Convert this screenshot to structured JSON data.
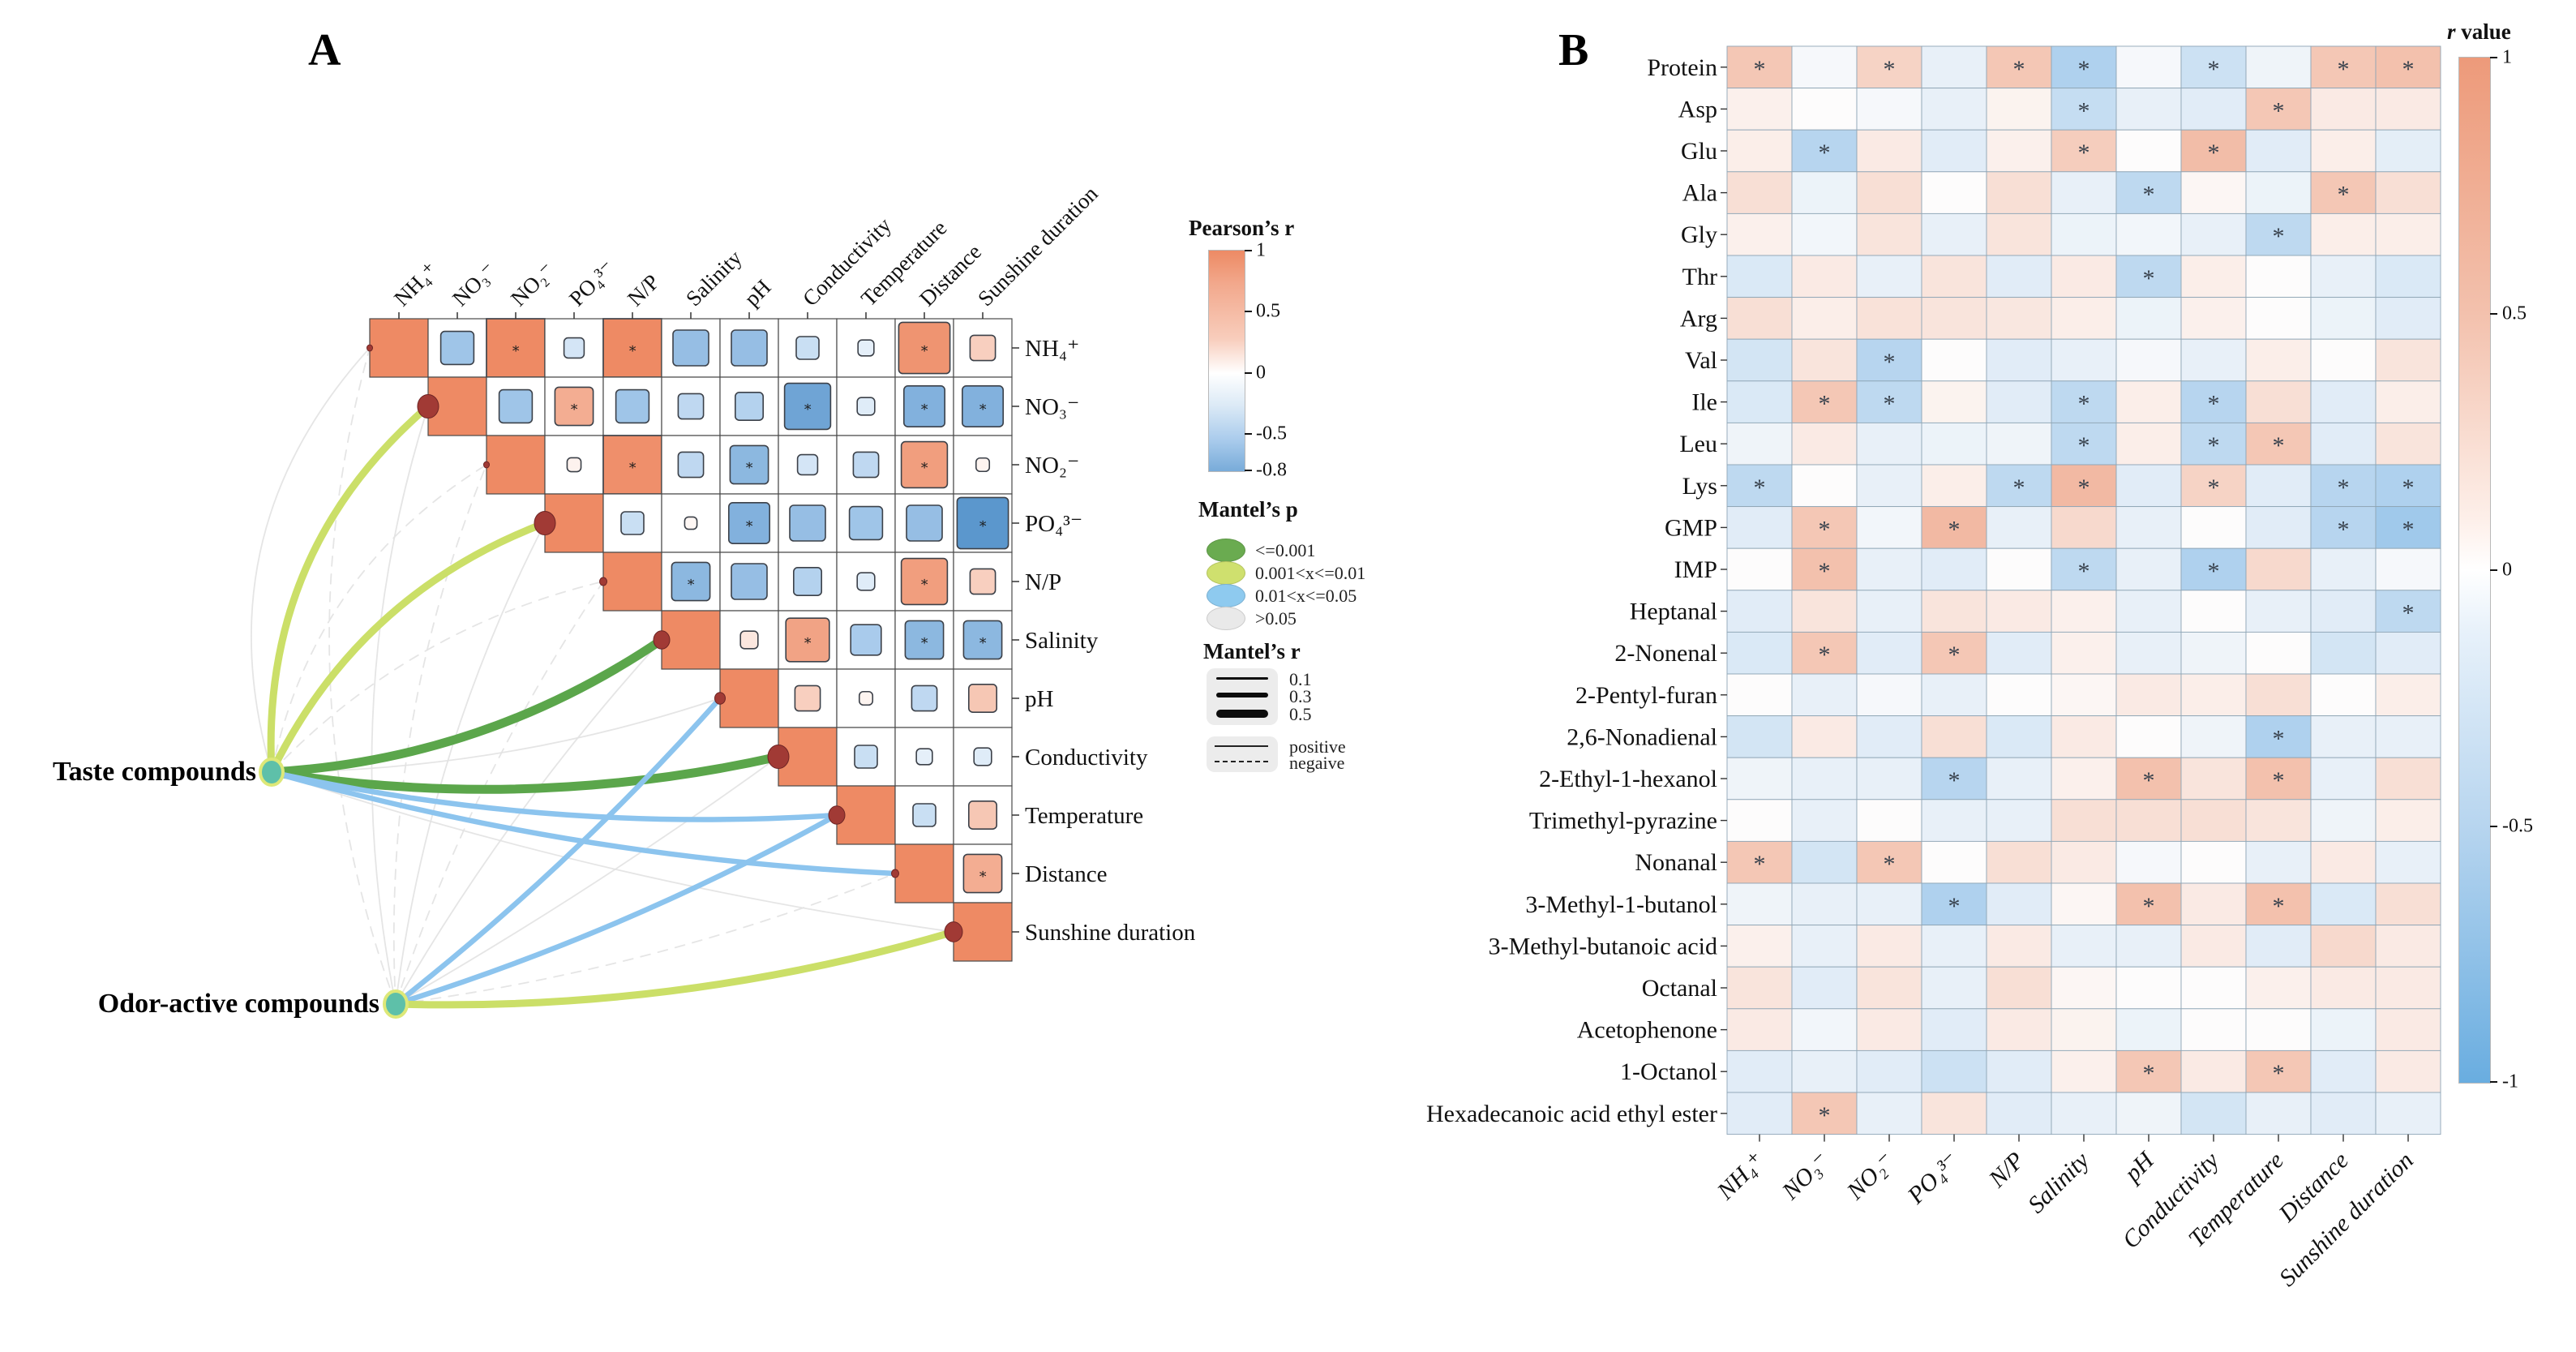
{
  "panels": {
    "a": {
      "letter": "A",
      "taste_label": "Taste compounds",
      "odor_label": "Odor-active compounds"
    },
    "b": {
      "letter": "B"
    }
  },
  "chart_data": [
    {
      "id": "A",
      "type": "heatmap",
      "subtype": "upper-triangle Pearson correlation matrix with Mantel-test network",
      "variables": [
        "NH₄⁺",
        "NO₃⁻",
        "NO₂⁻",
        "PO₄³⁻",
        "N/P",
        "Salinity",
        "pH",
        "Conductivity",
        "Temperature",
        "Distance",
        "Sunshine duration"
      ],
      "pearson_matrix_upper": [
        [
          1,
          -0.45,
          0.9,
          -0.2,
          0.9,
          -0.5,
          -0.5,
          -0.25,
          -0.12,
          0.8,
          0.3
        ],
        [
          null,
          1,
          -0.45,
          0.55,
          -0.45,
          -0.3,
          -0.35,
          -0.7,
          -0.15,
          -0.6,
          -0.6
        ],
        [
          null,
          null,
          1,
          0.08,
          0.85,
          -0.3,
          -0.55,
          -0.2,
          -0.3,
          0.7,
          0.07
        ],
        [
          null,
          null,
          null,
          1,
          -0.25,
          0.05,
          -0.6,
          -0.5,
          -0.45,
          -0.5,
          -0.8
        ],
        [
          null,
          null,
          null,
          null,
          1,
          -0.55,
          -0.5,
          -0.35,
          -0.15,
          0.7,
          0.3
        ],
        [
          null,
          null,
          null,
          null,
          null,
          1,
          0.15,
          0.65,
          -0.4,
          -0.55,
          -0.55
        ],
        [
          null,
          null,
          null,
          null,
          null,
          null,
          1,
          0.3,
          0.07,
          -0.3,
          0.35
        ],
        [
          null,
          null,
          null,
          null,
          null,
          null,
          null,
          1,
          -0.25,
          -0.12,
          -0.15
        ],
        [
          null,
          null,
          null,
          null,
          null,
          null,
          null,
          null,
          1,
          -0.25,
          0.35
        ],
        [
          null,
          null,
          null,
          null,
          null,
          null,
          null,
          null,
          null,
          1,
          0.55
        ],
        [
          null,
          null,
          null,
          null,
          null,
          null,
          null,
          null,
          null,
          null,
          1
        ]
      ],
      "significant_cells": [
        [
          1,
          3
        ],
        [
          1,
          5
        ],
        [
          1,
          10
        ],
        [
          2,
          4
        ],
        [
          2,
          8
        ],
        [
          2,
          10
        ],
        [
          2,
          11
        ],
        [
          3,
          5
        ],
        [
          3,
          7
        ],
        [
          3,
          10
        ],
        [
          4,
          7
        ],
        [
          4,
          11
        ],
        [
          5,
          6
        ],
        [
          5,
          10
        ],
        [
          6,
          8
        ],
        [
          6,
          10
        ],
        [
          6,
          11
        ],
        [
          10,
          11
        ]
      ],
      "mantel_nodes": [
        "Taste compounds",
        "Odor-active compounds"
      ],
      "mantel_edges": [
        {
          "from": "Taste compounds",
          "to": "NH₄⁺",
          "p": ">0.05",
          "r": "<0.1",
          "sign": "positive"
        },
        {
          "from": "Taste compounds",
          "to": "NO₃⁻",
          "p": "0.001<x<=0.01",
          "r": "0.3-0.5",
          "sign": "positive"
        },
        {
          "from": "Taste compounds",
          "to": "NO₂⁻",
          "p": ">0.05",
          "r": "<0.1",
          "sign": "negative"
        },
        {
          "from": "Taste compounds",
          "to": "PO₄³⁻",
          "p": "0.001<x<=0.01",
          "r": "0.3-0.5",
          "sign": "positive"
        },
        {
          "from": "Taste compounds",
          "to": "N/P",
          "p": ">0.05",
          "r": "<0.1",
          "sign": "negative"
        },
        {
          "from": "Taste compounds",
          "to": "Salinity",
          "p": "<=0.001",
          "r": ">=0.5",
          "sign": "positive"
        },
        {
          "from": "Taste compounds",
          "to": "pH",
          "p": ">0.05",
          "r": "<0.1",
          "sign": "positive"
        },
        {
          "from": "Taste compounds",
          "to": "Conductivity",
          "p": "<=0.001",
          "r": ">=0.5",
          "sign": "positive"
        },
        {
          "from": "Taste compounds",
          "to": "Temperature",
          "p": "0.01<x<=0.05",
          "r": "0.1-0.3",
          "sign": "positive"
        },
        {
          "from": "Taste compounds",
          "to": "Distance",
          "p": "0.01<x<=0.05",
          "r": "0.1-0.3",
          "sign": "positive"
        },
        {
          "from": "Taste compounds",
          "to": "Sunshine duration",
          "p": ">0.05",
          "r": "<0.1",
          "sign": "positive"
        },
        {
          "from": "Odor-active compounds",
          "to": "NH₄⁺",
          "p": ">0.05",
          "r": "<0.1",
          "sign": "negative"
        },
        {
          "from": "Odor-active compounds",
          "to": "NO₃⁻",
          "p": ">0.05",
          "r": "<0.1",
          "sign": "positive"
        },
        {
          "from": "Odor-active compounds",
          "to": "NO₂⁻",
          "p": ">0.05",
          "r": "<0.1",
          "sign": "negative"
        },
        {
          "from": "Odor-active compounds",
          "to": "PO₄³⁻",
          "p": ">0.05",
          "r": "<0.1",
          "sign": "positive"
        },
        {
          "from": "Odor-active compounds",
          "to": "N/P",
          "p": ">0.05",
          "r": "<0.1",
          "sign": "negative"
        },
        {
          "from": "Odor-active compounds",
          "to": "Salinity",
          "p": ">0.05",
          "r": "<0.1",
          "sign": "positive"
        },
        {
          "from": "Odor-active compounds",
          "to": "pH",
          "p": "0.01<x<=0.05",
          "r": "0.1-0.3",
          "sign": "positive"
        },
        {
          "from": "Odor-active compounds",
          "to": "Conductivity",
          "p": ">0.05",
          "r": "<0.1",
          "sign": "positive"
        },
        {
          "from": "Odor-active compounds",
          "to": "Temperature",
          "p": "0.01<x<=0.05",
          "r": "0.1-0.3",
          "sign": "positive"
        },
        {
          "from": "Odor-active compounds",
          "to": "Distance",
          "p": ">0.05",
          "r": "<0.1",
          "sign": "negative"
        },
        {
          "from": "Odor-active compounds",
          "to": "Sunshine duration",
          "p": "0.001<x<=0.01",
          "r": "0.3-0.5",
          "sign": "positive"
        }
      ],
      "legend": {
        "pearson": {
          "title": "Pearson’s r",
          "ticks": [
            "1",
            "0.5",
            "0",
            "-0.5",
            "-0.8"
          ],
          "range": [
            1,
            -0.8
          ]
        },
        "mantel_p": {
          "title": "Mantel’s p",
          "items": [
            {
              "label": "<=0.001",
              "color": "#6aab50"
            },
            {
              "label": "0.001<x<=0.01",
              "color": "#cfe06e"
            },
            {
              "label": "0.01<x<=0.05",
              "color": "#8ecaef"
            },
            {
              "label": ">0.05",
              "color": "#e9e9e9"
            }
          ]
        },
        "mantel_r": {
          "title": "Mantel’s r",
          "items": [
            {
              "label": "0.1"
            },
            {
              "label": "0.3"
            },
            {
              "label": "0.5"
            }
          ]
        },
        "sign": {
          "items": [
            {
              "label": "positive",
              "style": "solid"
            },
            {
              "label": "negaive",
              "style": "dashed"
            }
          ]
        }
      },
      "colors": {
        "positive_max": "#ee8a64",
        "negative_max": "#5b97cd",
        "edge_green": "#5ba64b",
        "edge_lime": "#cbdf68",
        "edge_blue": "#8cc4ee",
        "edge_gray": "#e2e2e2",
        "dot": "#a13a35",
        "node_fill": "#5ec0a9",
        "node_ring": "#dde878"
      }
    },
    {
      "id": "B",
      "type": "heatmap",
      "x": [
        "NH₄⁺",
        "NO₃⁻",
        "NO₂⁻",
        "PO₄³⁻",
        "N/P",
        "Salinity",
        "pH",
        "Conductivity",
        "Temperature",
        "Distance",
        "Sunshine duration"
      ],
      "y": [
        "Protein",
        "Asp",
        "Glu",
        "Ala",
        "Gly",
        "Thr",
        "Arg",
        "Val",
        "Ile",
        "Leu",
        "Lys",
        "GMP",
        "IMP",
        "Heptanal",
        "2-Nonenal",
        "2-Pentyl-furan",
        "2,6-Nonadienal",
        "2-Ethyl-1-hexanol",
        "Trimethyl-pyrazine",
        "Nonanal",
        "3-Methyl-1-butanol",
        "3-Methyl-butanoic acid",
        "Octanal",
        "Acetophenone",
        "1-Octanol",
        "Hexadecanoic acid ethyl ester"
      ],
      "values": [
        [
          0.45,
          -0.05,
          0.35,
          -0.15,
          0.45,
          -0.55,
          -0.05,
          -0.35,
          -0.1,
          0.45,
          0.5
        ],
        [
          0.1,
          0,
          -0.05,
          -0.15,
          0.08,
          -0.4,
          -0.15,
          -0.2,
          0.45,
          0.15,
          0.15
        ],
        [
          0.12,
          -0.5,
          0.15,
          -0.2,
          0.1,
          0.4,
          0,
          0.55,
          -0.2,
          0.12,
          -0.18
        ],
        [
          0.25,
          -0.12,
          0.25,
          0,
          0.25,
          -0.15,
          -0.45,
          0.05,
          -0.12,
          0.45,
          0.25
        ],
        [
          0.1,
          -0.08,
          0.2,
          -0.15,
          0.2,
          -0.12,
          -0.08,
          -0.15,
          -0.45,
          0.12,
          0.12
        ],
        [
          -0.25,
          0.15,
          -0.15,
          0.2,
          -0.2,
          0.15,
          -0.45,
          0.12,
          0,
          -0.15,
          -0.25
        ],
        [
          0.25,
          0.12,
          0.22,
          0.2,
          0.18,
          0.12,
          -0.12,
          0.1,
          0,
          -0.12,
          -0.2
        ],
        [
          -0.3,
          0.2,
          -0.5,
          0,
          -0.2,
          -0.15,
          -0.05,
          -0.15,
          0.12,
          0,
          0.2
        ],
        [
          -0.25,
          0.45,
          -0.45,
          0.08,
          -0.2,
          -0.45,
          0.12,
          -0.5,
          0.25,
          -0.2,
          0.12
        ],
        [
          -0.1,
          0.15,
          -0.15,
          -0.12,
          -0.1,
          -0.45,
          0.12,
          -0.45,
          0.45,
          -0.2,
          0.2
        ],
        [
          -0.45,
          0,
          -0.15,
          0.12,
          -0.45,
          0.6,
          -0.2,
          0.35,
          -0.2,
          -0.5,
          -0.55
        ],
        [
          -0.2,
          0.45,
          -0.08,
          0.6,
          -0.15,
          0.3,
          -0.15,
          0,
          -0.2,
          -0.5,
          -0.65
        ],
        [
          0,
          0.5,
          -0.15,
          -0.2,
          0,
          -0.45,
          -0.15,
          -0.55,
          0.3,
          -0.15,
          -0.05
        ],
        [
          -0.2,
          0.2,
          -0.15,
          0.2,
          0.15,
          0.1,
          -0.15,
          0,
          -0.15,
          -0.2,
          -0.45
        ],
        [
          -0.25,
          0.45,
          -0.2,
          0.45,
          -0.2,
          0.1,
          -0.15,
          -0.1,
          0,
          -0.3,
          -0.2
        ],
        [
          0,
          -0.15,
          -0.05,
          -0.15,
          0,
          0.05,
          0.15,
          0.12,
          0.25,
          0,
          0.12
        ],
        [
          -0.3,
          0.15,
          -0.2,
          0.25,
          -0.25,
          0.15,
          0,
          -0.1,
          -0.55,
          -0.15,
          -0.15
        ],
        [
          -0.1,
          -0.15,
          -0.15,
          -0.5,
          -0.15,
          0.1,
          0.5,
          0.2,
          0.5,
          -0.15,
          0.25
        ],
        [
          0,
          -0.15,
          0,
          -0.15,
          -0.15,
          0.25,
          0.25,
          0.25,
          0.2,
          -0.1,
          0.12
        ],
        [
          0.45,
          -0.3,
          0.45,
          0,
          0.25,
          0.15,
          -0.05,
          0,
          -0.15,
          0.15,
          -0.15
        ],
        [
          -0.1,
          -0.15,
          -0.15,
          -0.55,
          -0.2,
          0.05,
          0.5,
          0.15,
          0.5,
          -0.25,
          0.25
        ],
        [
          0.1,
          -0.15,
          0.15,
          -0.15,
          0.15,
          -0.15,
          -0.15,
          0.15,
          -0.2,
          0.3,
          0.15
        ],
        [
          0.2,
          -0.2,
          0.2,
          -0.15,
          0.25,
          0.05,
          0,
          0,
          0.1,
          0.15,
          0.15
        ],
        [
          0.15,
          -0.08,
          0.15,
          -0.2,
          0.15,
          0.08,
          -0.12,
          0,
          0,
          -0.12,
          0.15
        ],
        [
          -0.2,
          -0.15,
          -0.2,
          -0.35,
          -0.2,
          0.1,
          0.45,
          0.15,
          0.45,
          -0.2,
          0.15
        ],
        [
          -0.2,
          0.45,
          -0.15,
          0.2,
          -0.2,
          -0.15,
          -0.1,
          -0.3,
          -0.15,
          -0.2,
          -0.15
        ]
      ],
      "sig_columns_by_row": [
        [
          1,
          3,
          5,
          6,
          8,
          10,
          11
        ],
        [
          6,
          9
        ],
        [
          2,
          6,
          8
        ],
        [
          7,
          10
        ],
        [
          9
        ],
        [
          7
        ],
        [],
        [
          3
        ],
        [
          2,
          3,
          6,
          8
        ],
        [
          6,
          8,
          9
        ],
        [
          1,
          5,
          6,
          8,
          10,
          11
        ],
        [
          2,
          4,
          10,
          11
        ],
        [
          2,
          6,
          8
        ],
        [
          11
        ],
        [
          2,
          4
        ],
        [],
        [
          9
        ],
        [
          4,
          7,
          9
        ],
        [],
        [
          1,
          3
        ],
        [
          4,
          7,
          9
        ],
        [],
        [],
        [],
        [
          7,
          9
        ],
        [
          2
        ]
      ],
      "colorbar": {
        "title_symbol": "r",
        "title_word": " value",
        "ticks": [
          "1",
          "0.5",
          "0",
          "-0.5",
          "-1"
        ],
        "range": [
          1,
          -1
        ]
      }
    }
  ]
}
